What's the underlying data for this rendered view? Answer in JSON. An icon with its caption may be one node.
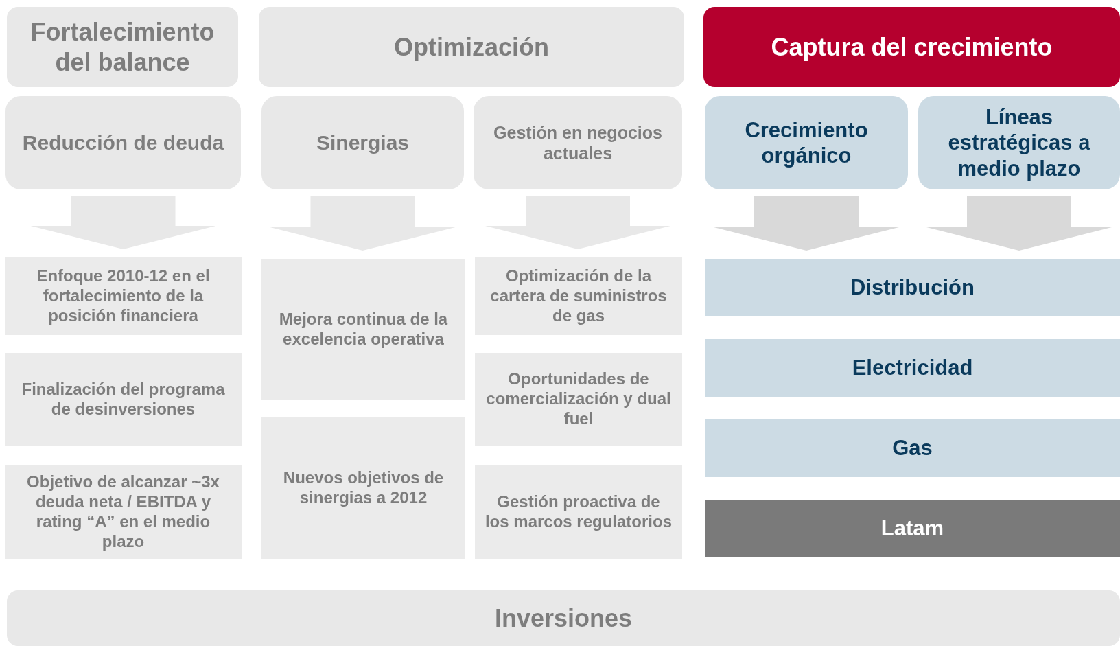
{
  "diagram": {
    "nodes": [
      {
        "text": [
          "Fortalecimiento del balance"
        ]
      },
      {
        "text": [
          "Optimización"
        ]
      },
      {
        "text": [
          "Captura del crecimiento"
        ]
      },
      {
        "text": [
          "Reducción de deuda"
        ]
      },
      {
        "text": [
          "Sinergias"
        ]
      },
      {
        "text": [
          "Gestión en negocios actuales"
        ]
      },
      {
        "text": [
          "Crecimiento orgánico"
        ]
      },
      {
        "text": [
          "Líneas estratégicas a medio plazo"
        ]
      },
      {
        "text": [
          "Enfoque 2010-12 en el fortalecimiento de la posición financiera"
        ]
      },
      {
        "text": [
          "Finalización del programa de desinversiones"
        ]
      },
      {
        "text": [
          "Objetivo de alcanzar ~3x deuda neta / EBITDA y rating “A” en el medio plazo"
        ]
      },
      {
        "text": [
          "Mejora continua de la excelencia operativa"
        ]
      },
      {
        "text": [
          "Nuevos objetivos de sinergias a 2012"
        ]
      },
      {
        "text": [
          "Optimización de la cartera de suministros de gas"
        ]
      },
      {
        "text": [
          "Oportunidades de comercialización y dual fuel"
        ]
      },
      {
        "text": [
          "Gestión proactiva de los marcos regulatorios"
        ]
      },
      {
        "text": [
          "Distribución"
        ]
      },
      {
        "text": [
          "Electricidad"
        ]
      },
      {
        "text": [
          "Gas"
        ]
      },
      {
        "text": [
          "Latam"
        ]
      },
      {
        "text": [
          "Inversiones"
        ]
      }
    ],
    "edges": [
      {
        "from": 3,
        "to": 8,
        "arrow": "to"
      },
      {
        "from": 4,
        "to": 11,
        "arrow": "to"
      },
      {
        "from": 5,
        "to": 13,
        "arrow": "to"
      },
      {
        "from": 6,
        "to": 16,
        "arrow": "to"
      },
      {
        "from": 7,
        "to": 16,
        "arrow": "to"
      }
    ]
  }
}
